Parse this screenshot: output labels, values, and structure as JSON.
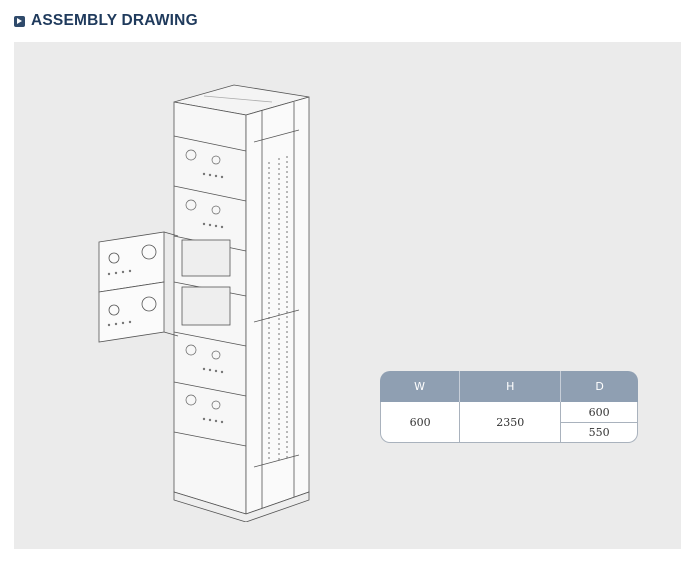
{
  "header": {
    "title": "ASSEMBLY DRAWING",
    "icon": "arrow-right-icon"
  },
  "spec_table": {
    "headers": [
      "W",
      "H",
      "D"
    ],
    "width": "600",
    "height": "2350",
    "depth": [
      "600",
      "550"
    ]
  },
  "colors": {
    "title": "#1f3a5c",
    "header_fill": "#8f9fb2",
    "panel_background": "#ebebeb"
  }
}
